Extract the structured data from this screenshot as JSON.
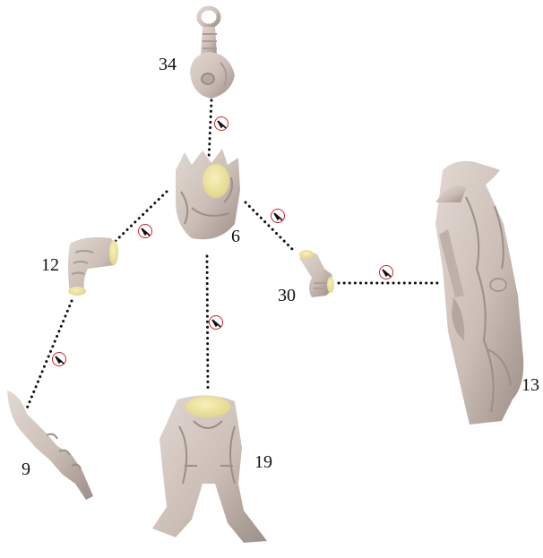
{
  "diagram": {
    "parts": [
      {
        "id": "head",
        "label": "34"
      },
      {
        "id": "torso",
        "label": "6"
      },
      {
        "id": "left-arm",
        "label": "12"
      },
      {
        "id": "right-arm",
        "label": "30"
      },
      {
        "id": "shield",
        "label": "13"
      },
      {
        "id": "weapon",
        "label": "9"
      },
      {
        "id": "legs",
        "label": "19"
      }
    ],
    "glue_icon": "glue-bottle-icon",
    "colors": {
      "plastic": "#cfc2bb",
      "plastic_shadow": "#9c8e88",
      "glue_area": "#efe7a3",
      "connector": "#111111",
      "glue_ring": "#d0232b"
    }
  }
}
